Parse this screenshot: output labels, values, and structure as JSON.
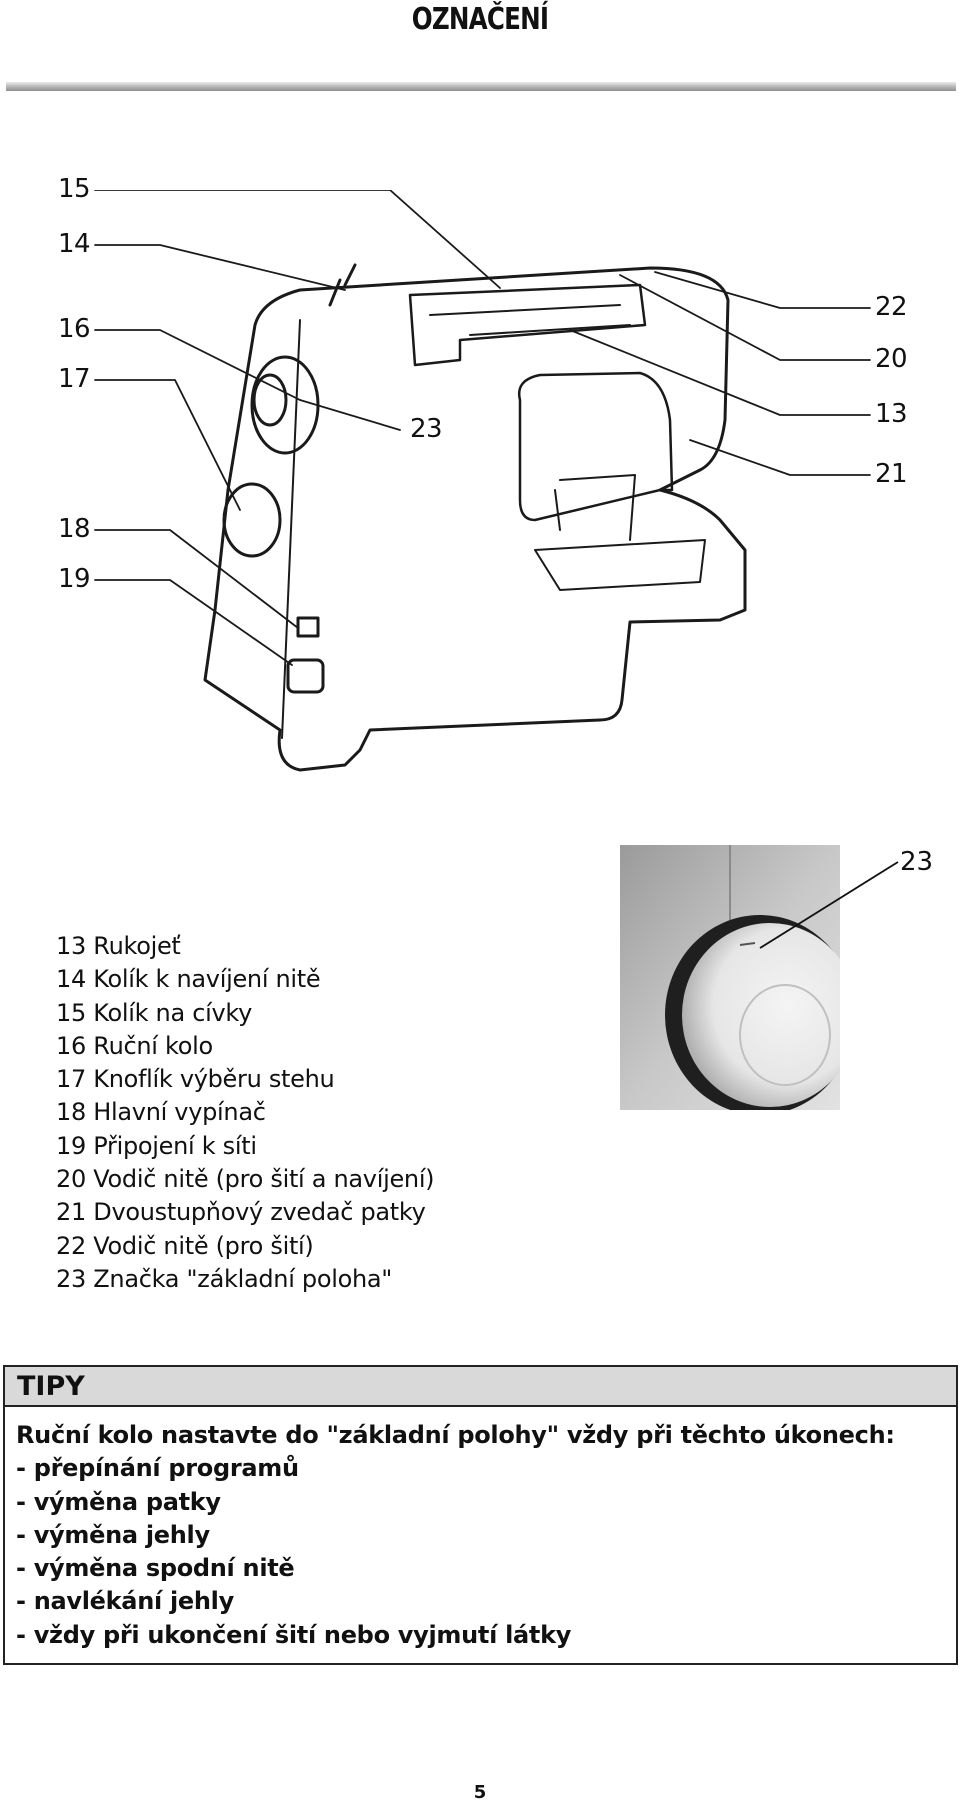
{
  "page": {
    "title": "OZNAČENÍ",
    "page_number": "5"
  },
  "illustration": {
    "callouts": [
      "15",
      "14",
      "16",
      "17",
      "23",
      "18",
      "19",
      "22",
      "20",
      "13",
      "21"
    ],
    "photo_callout": "23"
  },
  "parts_list": [
    "13 Rukojeť",
    "14 Kolík k navíjení nitě",
    "15 Kolík na cívky",
    "16 Ruční kolo",
    "17 Knoflík výběru stehu",
    "18 Hlavní vypínač",
    "19 Připojení k síti",
    "20 Vodič nitě (pro šití a navíjení)",
    "21 Dvoustupňový zvedač patky",
    "22 Vodič nitě (pro šití)",
    "23 Značka \"základní poloha\""
  ],
  "tips": {
    "heading": "TIPY",
    "intro": "Ruční kolo nastavte do \"základní polohy\" vždy při těchto úkonech:",
    "items": [
      "- přepínání programů",
      "- výměna patky",
      "- výměna jehly",
      "- výměna spodní nitě",
      "- navlékání jehly",
      "- vždy při ukončení šití nebo vyjmutí látky"
    ]
  },
  "colors": {
    "header_fill": "#d9d9d9",
    "rule": "#9a9a9a"
  }
}
